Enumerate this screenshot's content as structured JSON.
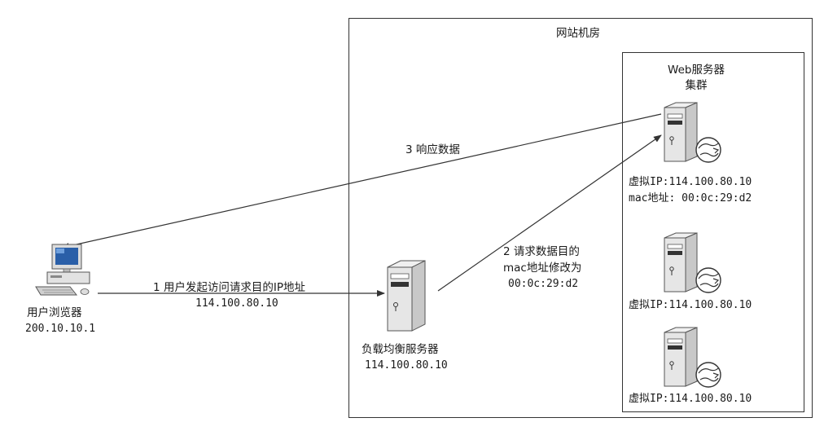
{
  "room": {
    "title": "网站机房"
  },
  "cluster": {
    "title_line1": "Web服务器",
    "title_line2": "集群"
  },
  "client": {
    "label": "用户浏览器",
    "ip": "200.10.10.1"
  },
  "load_balancer": {
    "label": "负载均衡服务器",
    "ip": "114.100.80.10"
  },
  "servers": [
    {
      "vip": "虚拟IP:114.100.80.10",
      "mac": "mac地址: 00:0c:29:d2"
    },
    {
      "vip": "虚拟IP:114.100.80.10"
    },
    {
      "vip": "虚拟IP:114.100.80.10"
    }
  ],
  "steps": {
    "step1_line1": "1 用户发起访问请求目的IP地址",
    "step1_line2": "114.100.80.10",
    "step2_line1": "2 请求数据目的",
    "step2_line2": "mac地址修改为",
    "step2_line3": "00:0c:29:d2",
    "step3": "3 响应数据"
  },
  "colors": {
    "line": "#333333",
    "box_border": "#333333",
    "pc_screen": "#2a5fa8",
    "server_body": "#e8e8e8"
  },
  "icons": [
    "computer-icon",
    "server-icon",
    "network-globe-icon"
  ]
}
